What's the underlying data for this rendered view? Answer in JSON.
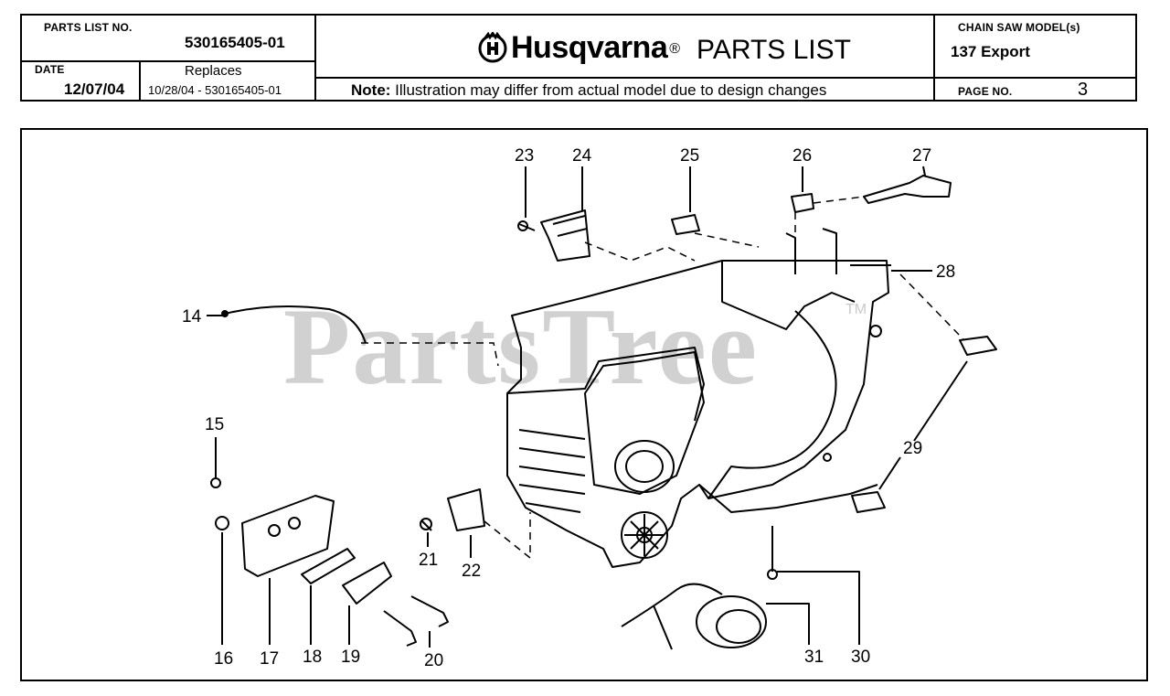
{
  "header": {
    "parts_list_no_label": "PARTS LIST NO.",
    "parts_list_no": "530165405-01",
    "date_label": "DATE",
    "date": "12/07/04",
    "replaces_label": "Replaces",
    "replaces": "10/28/04 - 530165405-01",
    "brand": "Husqvarna",
    "registered": "®",
    "title": "PARTS LIST",
    "note_label": "Note:",
    "note": " Illustration may differ from actual model due to design changes",
    "model_label": "CHAIN SAW MODEL(s)",
    "model": "137 Export",
    "page_label": "PAGE  NO.",
    "page_no": "3"
  },
  "watermark": {
    "text": "PartsTree",
    "tm": "TM"
  },
  "callouts": [
    "14",
    "15",
    "16",
    "17",
    "18",
    "19",
    "20",
    "21",
    "22",
    "23",
    "24",
    "25",
    "26",
    "27",
    "28",
    "29",
    "30",
    "31"
  ],
  "colors": {
    "ink": "#000000",
    "watermark": "#c9c9c9"
  }
}
